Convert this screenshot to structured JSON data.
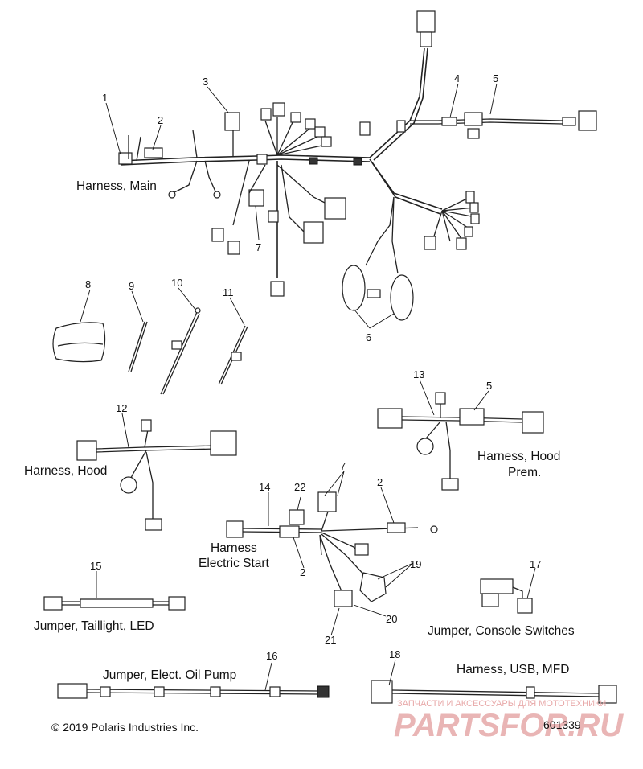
{
  "callouts": [
    "1",
    "2",
    "3",
    "4",
    "5",
    "6",
    "7",
    "8",
    "9",
    "10",
    "11",
    "12",
    "13",
    "5",
    "7",
    "2",
    "14",
    "22",
    "2",
    "15",
    "16",
    "17",
    "18",
    "19",
    "20",
    "21"
  ],
  "labels": {
    "harness_main": "Harness, Main",
    "harness_hood": "Harness, Hood",
    "harness_hood_prem_1": "Harness, Hood",
    "harness_hood_prem_2": "Prem.",
    "harness_es_1": "Harness",
    "harness_es_2": "Electric Start",
    "jumper_taillight": "Jumper, Taillight, LED",
    "jumper_console": "Jumper, Console Switches",
    "jumper_oil_pump": "Jumper, Elect. Oil Pump",
    "harness_usb": "Harness, USB, MFD"
  },
  "footer": {
    "copyright": "© 2019 Polaris Industries Inc.",
    "diagram_number": "601339"
  },
  "watermark": {
    "tagline": "ЗАПЧАСТИ И АКСЕССУАРЫ ДЛЯ МОТОТЕХНИКИ",
    "brand": "PARTSFOR.RU"
  }
}
